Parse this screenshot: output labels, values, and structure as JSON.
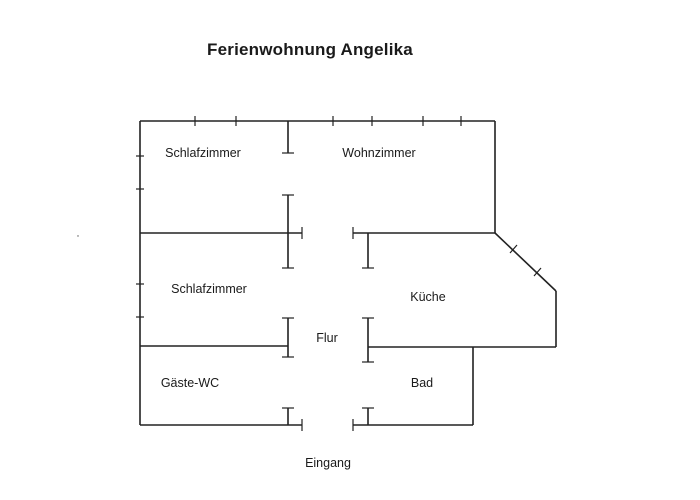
{
  "title": "Ferienwohnung Angelika",
  "rooms": {
    "schlafzimmer_top": "Schlafzimmer",
    "wohnzimmer": "Wohnzimmer",
    "schlafzimmer_mid": "Schlafzimmer",
    "kueche": "Küche",
    "flur": "Flur",
    "gaeste_wc": "Gäste-WC",
    "bad": "Bad"
  },
  "entrance": "Eingang"
}
